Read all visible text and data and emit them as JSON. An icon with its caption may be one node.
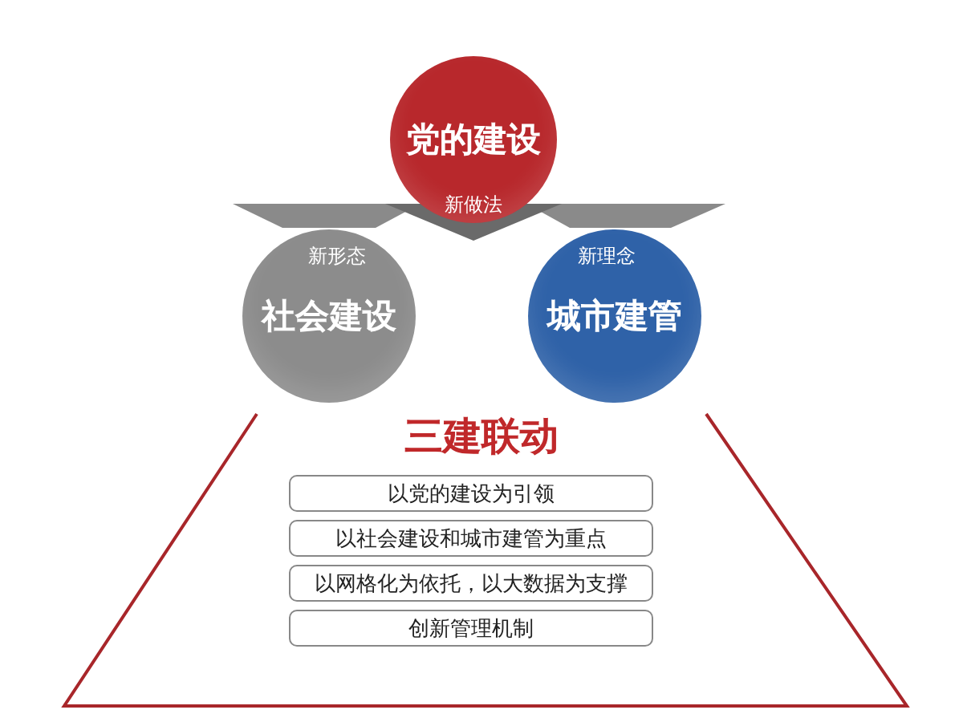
{
  "diagram": {
    "title": "三建联动",
    "nodes": [
      {
        "text": [
          "党的建设"
        ]
      },
      {
        "text": [
          "社会建设"
        ]
      },
      {
        "text": [
          "城市建管"
        ]
      },
      {
        "text": [
          "以党的建设为引领"
        ]
      },
      {
        "text": [
          "以社会建设和城市建管为重点"
        ]
      },
      {
        "text": [
          "以网格化为依托，以大数据为支撑"
        ]
      },
      {
        "text": [
          "创新管理机制"
        ]
      }
    ],
    "labels": [
      "新做法",
      "新形态",
      "新理念"
    ]
  }
}
